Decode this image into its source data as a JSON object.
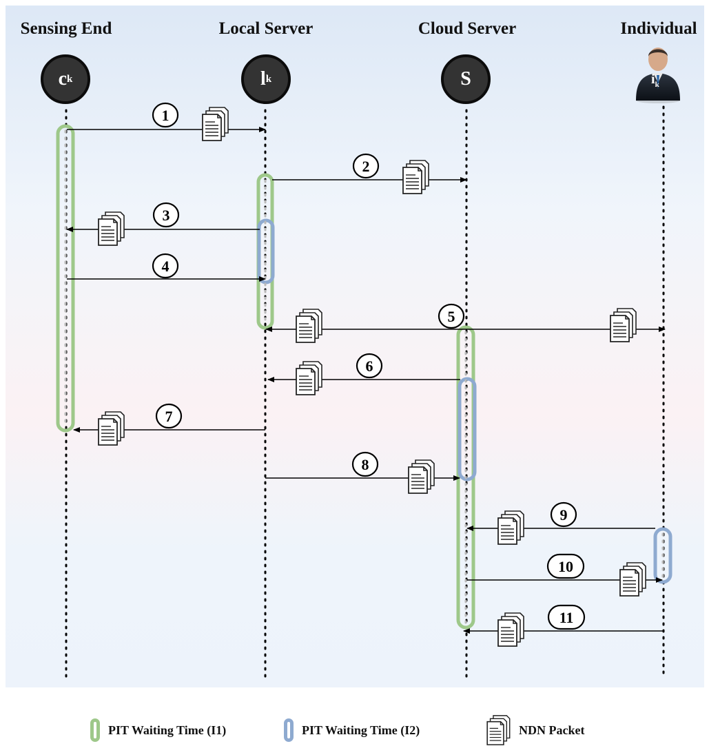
{
  "lanes": {
    "sensing": {
      "title": "Sensing End",
      "node_main": "c",
      "node_sub": "k"
    },
    "local": {
      "title": "Local Server",
      "node_main": "l",
      "node_sub": "k"
    },
    "cloud": {
      "title": "Cloud Server",
      "node_main": "S"
    },
    "individual": {
      "title": "Individual",
      "node_main": "i",
      "node_sub": "k"
    }
  },
  "messages": [
    "1",
    "2",
    "3",
    "4",
    "5",
    "6",
    "7",
    "8",
    "9",
    "10",
    "11"
  ],
  "legend": {
    "pit_i1": "PIT Waiting Time (I1)",
    "pit_i2": "PIT Waiting Time (I2)",
    "ndn_packet": "NDN Packet"
  },
  "colors": {
    "pit_i1": "#9ec88a",
    "pit_i2": "#8eaad0",
    "node": "#333333"
  }
}
